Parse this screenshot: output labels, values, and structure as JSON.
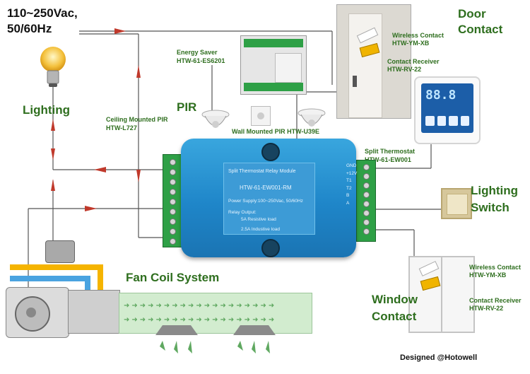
{
  "power": {
    "line1": "110~250Vac,",
    "line2": "50/60Hz"
  },
  "lighting": {
    "label": "Lighting"
  },
  "energy_saver": {
    "title": "Energy Saver",
    "model": "HTW-61-ES6201"
  },
  "pir": {
    "label": "PIR",
    "ceiling_title": "Ceiling Mounted PIR",
    "ceiling_model": "HTW-L727",
    "wall_label": "Wall Mounted PIR HTW-U39E"
  },
  "door": {
    "title_line1": "Door",
    "title_line2": "Contact",
    "wireless_title": "Wireless Contact",
    "wireless_model": "HTW-YM-XB",
    "receiver_title": "Contact Receiver",
    "receiver_model": "HTW-RV-22"
  },
  "module": {
    "name": "Split Thermostat Relay Module",
    "model": "HTW-61-EW001-RM",
    "supply": "Power Supply:100~250Vac, 50/60Hz",
    "relay": "Relay Output:",
    "resistive": "5A Resistive load",
    "inductive": "2.5A Industive load"
  },
  "thermostat": {
    "title": "Split Thermostat",
    "model": "HTW-61-EW001",
    "display": "88.8"
  },
  "lighting_switch": {
    "line1": "Lighting",
    "line2": "Switch"
  },
  "window": {
    "title_line1": "Window",
    "title_line2": "Contact",
    "wireless_title": "Wireless Contact",
    "wireless_model": "HTW-YM-XB",
    "receiver_title": "Contact Receiver",
    "receiver_model": "HTW-RV-22"
  },
  "fan_coil": {
    "label": "Fan Coil System"
  },
  "credit": {
    "text": "Designed @Hotowell"
  },
  "terminal_labels": [
    "GND",
    "+12V",
    "T1",
    "T2",
    "B",
    "A",
    "",
    "",
    ""
  ],
  "colors": {
    "accent_blue": "#1f86c9",
    "wire_red": "#c0392b",
    "label_green": "#2e6e1e",
    "pipe_yellow": "#f5b400",
    "pipe_blue": "#4aa3e0"
  }
}
